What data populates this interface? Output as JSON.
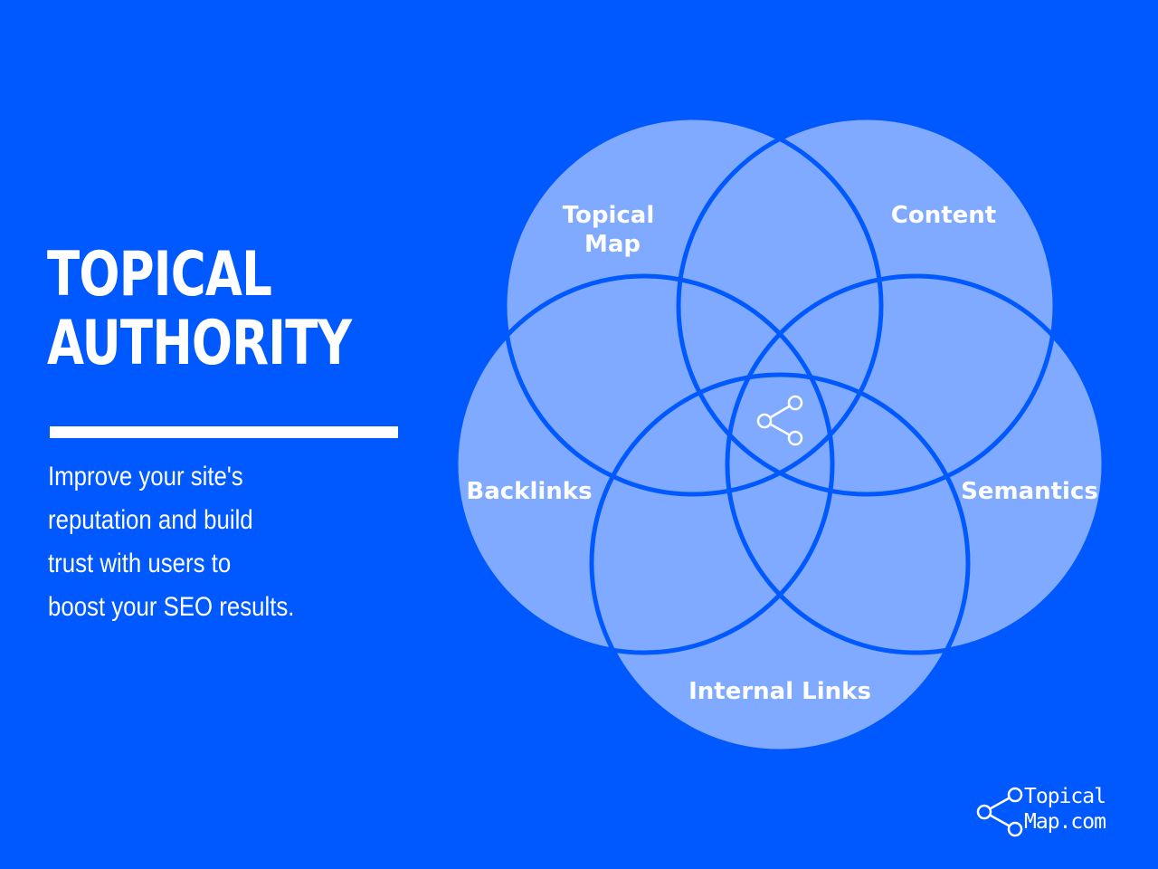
{
  "heading": {
    "line1": "TOPICAL",
    "line2": "AUTHORITY"
  },
  "description": {
    "line1": "Improve your site's",
    "line2": "reputation and build",
    "line3": "trust with users to",
    "line4": "boost your SEO results."
  },
  "diagram": {
    "circles": [
      {
        "label_lines": [
          "Topical",
          "Map"
        ]
      },
      {
        "label_lines": [
          "Content"
        ]
      },
      {
        "label_lines": [
          "Semantics"
        ]
      },
      {
        "label_lines": [
          "Internal Links"
        ]
      },
      {
        "label_lines": [
          "Backlinks"
        ]
      }
    ],
    "center_icon": "share-icon"
  },
  "logo": {
    "line1": "Topical",
    "line2": "Map.com",
    "icon": "share-icon"
  },
  "colors": {
    "background": "#0059ff",
    "circle_fill": "#80aaff",
    "circle_stroke": "#0059ff",
    "text": "#ffffff"
  }
}
